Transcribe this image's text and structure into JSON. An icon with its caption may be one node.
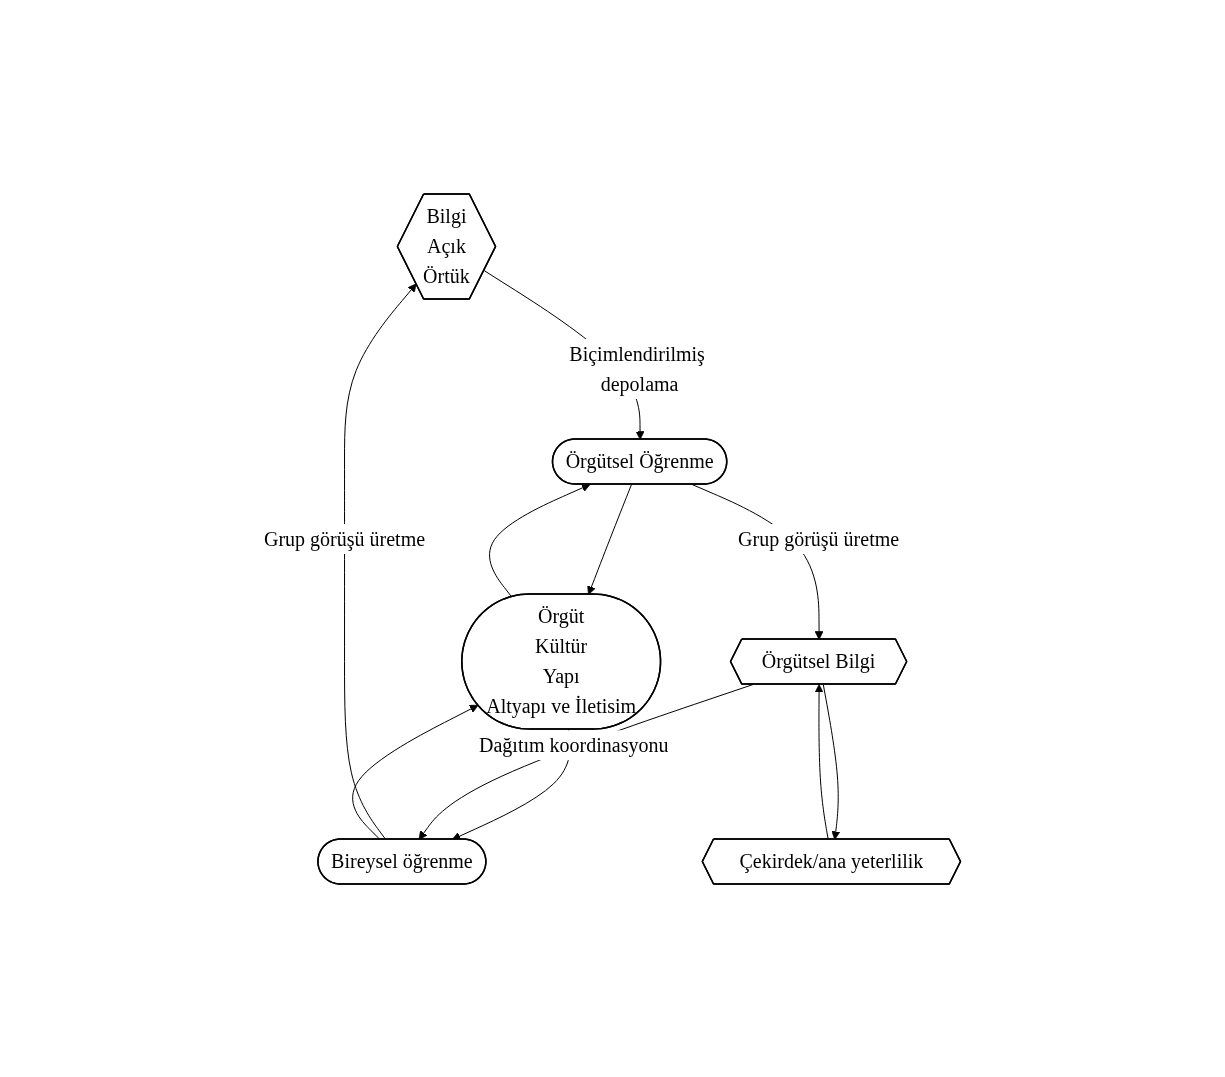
{
  "diagram": {
    "nodes": [
      {
        "text": [
          "Bilgi",
          "Açık",
          "Örtük"
        ]
      },
      {
        "text": [
          "Bireysel öğrenme"
        ]
      },
      {
        "text": [
          "Örgüt",
          "Kültür",
          "Yapı",
          "Altyapı ve İletisim"
        ]
      },
      {
        "text": [
          "Örgütsel Öğrenme"
        ]
      },
      {
        "text": [
          "Örgütsel Bilgi"
        ]
      },
      {
        "text": [
          "Çekirdek/ana yeterlilik"
        ]
      }
    ],
    "edges": [
      {
        "from": 1,
        "to": 0,
        "arrow": "to",
        "label": "Grup görüşü üretme"
      },
      {
        "from": 0,
        "to": 3,
        "arrow": "to",
        "label": "Biçimlendirilmiş depolama"
      },
      {
        "from": 1,
        "to": 2,
        "arrow": "to"
      },
      {
        "from": 2,
        "to": 1,
        "arrow": "to"
      },
      {
        "from": 2,
        "to": 3,
        "arrow": "to"
      },
      {
        "from": 3,
        "to": 2,
        "arrow": "to"
      },
      {
        "from": 3,
        "to": 4,
        "arrow": "to",
        "label": "Grup görüşü üretme"
      },
      {
        "from": 4,
        "to": 1,
        "arrow": "to",
        "label": "Dağıtım koordinasyonu"
      },
      {
        "from": 5,
        "to": 4,
        "arrow": "to"
      },
      {
        "from": 4,
        "to": 5,
        "arrow": "to"
      }
    ]
  }
}
